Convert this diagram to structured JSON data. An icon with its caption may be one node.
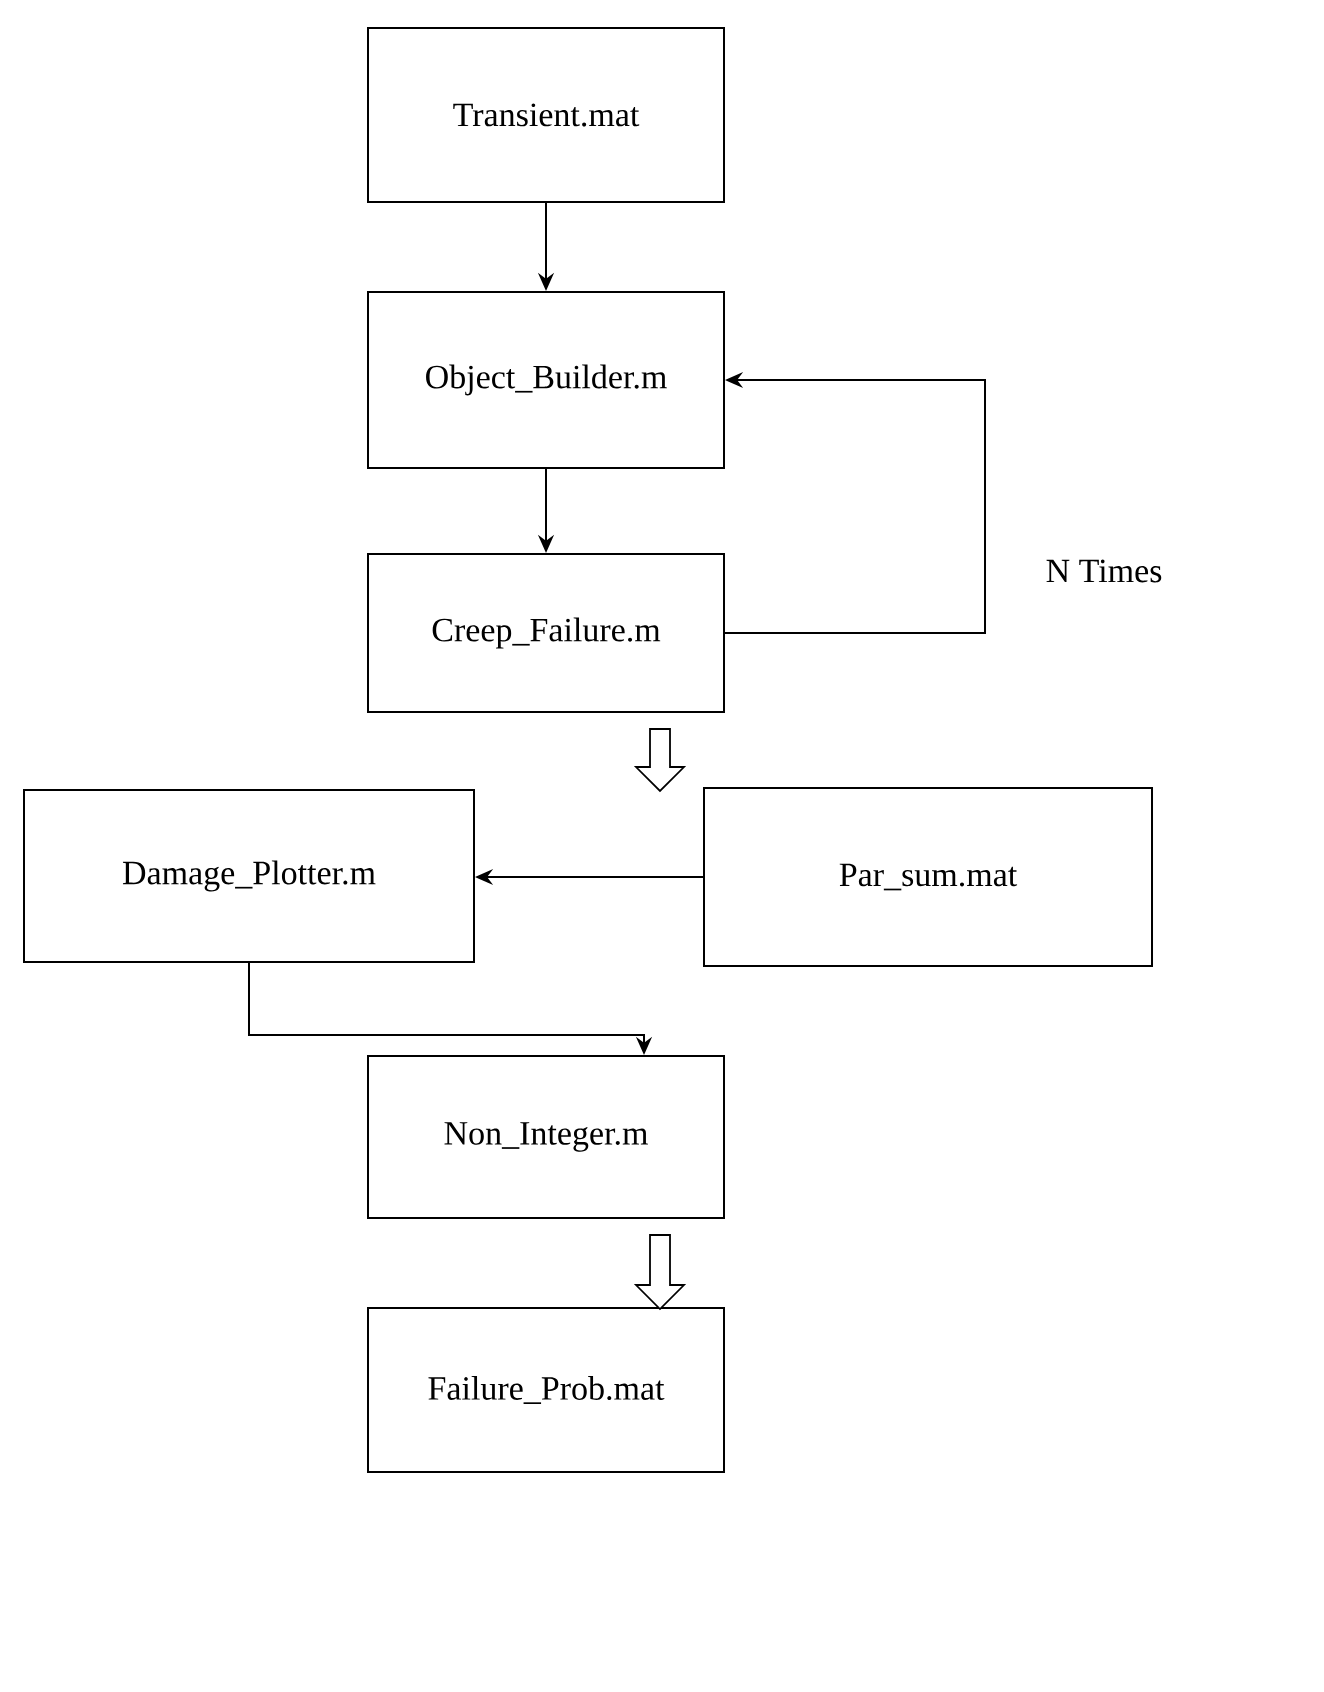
{
  "diagram": {
    "nodes": [
      {
        "text": [
          "Transient.mat"
        ]
      },
      {
        "text": [
          "Object_Builder.m"
        ]
      },
      {
        "text": [
          "Creep_Failure.m"
        ]
      },
      {
        "text": [
          "Damage_Plotter.m"
        ]
      },
      {
        "text": [
          "Par_sum.mat"
        ]
      },
      {
        "text": [
          "Non_Integer.m"
        ]
      },
      {
        "text": [
          "Failure_Prob.mat"
        ]
      }
    ],
    "edges": [
      {
        "from": 0,
        "to": 1,
        "arrow": "to"
      },
      {
        "from": 1,
        "to": 2,
        "arrow": "to"
      },
      {
        "from": 2,
        "to": 1,
        "arrow": "to",
        "label": "N Times"
      },
      {
        "from": 2,
        "to": null,
        "arrow": "to",
        "style": "thick"
      },
      {
        "from": 4,
        "to": 3,
        "arrow": "to"
      },
      {
        "from": 3,
        "to": 5,
        "arrow": "to"
      },
      {
        "from": 5,
        "to": 6,
        "arrow": "to",
        "style": "thick"
      }
    ]
  }
}
